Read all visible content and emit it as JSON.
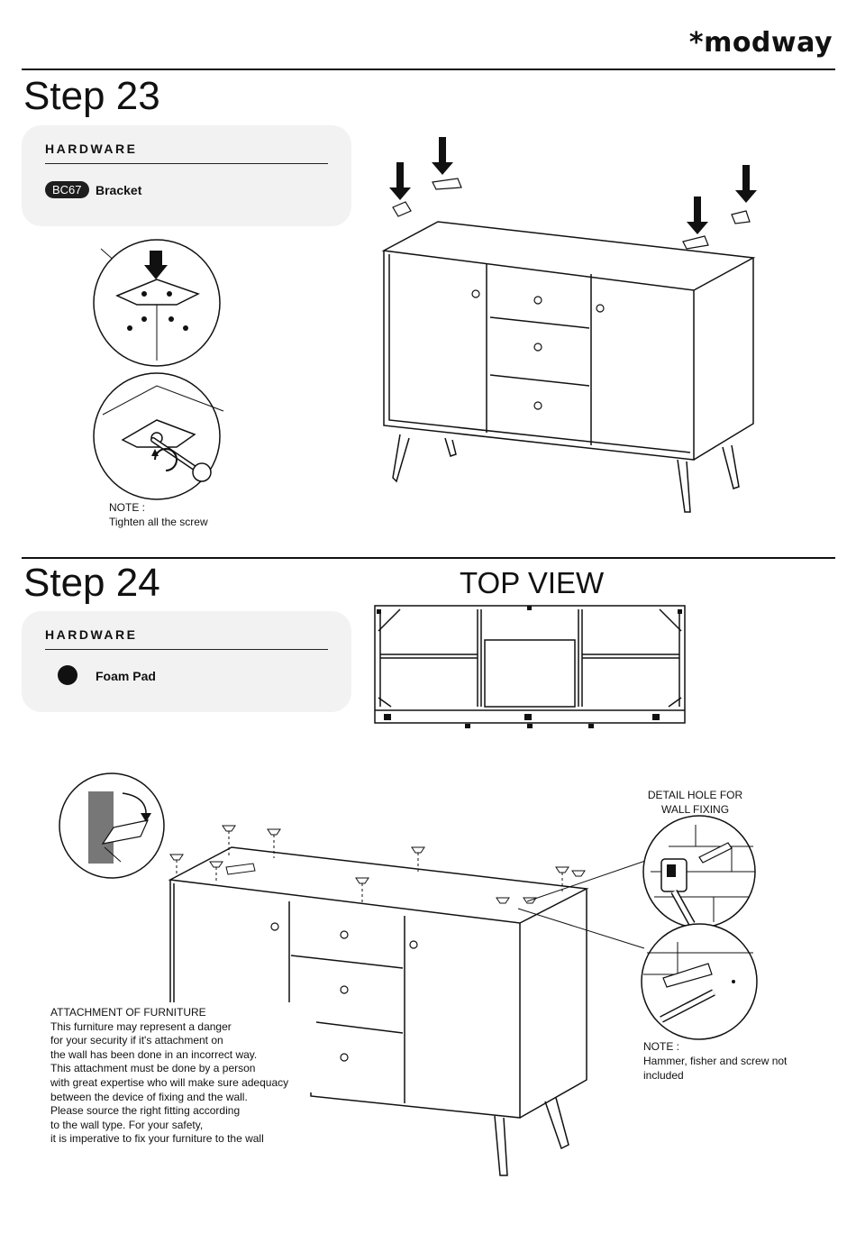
{
  "brand": {
    "logo_text": "*modway"
  },
  "step23": {
    "title": "Step 23",
    "hardware_heading": "HARDWARE",
    "part_code": "BC67",
    "part_name": "Bracket",
    "note_title": "NOTE :",
    "note_text": "Tighten all the screw"
  },
  "step24": {
    "title": "Step 24",
    "hardware_heading": "HARDWARE",
    "part_name": "Foam Pad",
    "top_view_label": "TOP VIEW",
    "detail_label_line1": "DETAIL HOLE FOR",
    "detail_label_line2": "WALL FIXING",
    "note_title": "NOTE :",
    "note_line1": "Hammer, fisher and screw not",
    "note_line2": "included",
    "attachment_title": "ATTACHMENT OF FURNITURE",
    "attachment_lines": [
      "This furniture may represent a danger",
      "for your security if it's attachment on",
      "the wall has been done in an incorrect way.",
      "This attachment must be done by a person",
      "with great expertise who will make sure adequacy",
      "between the device of fixing and the wall.",
      "Please source the right fitting according",
      "to the wall type. For your safety,",
      "it is imperative to fix your furniture to the wall"
    ]
  }
}
